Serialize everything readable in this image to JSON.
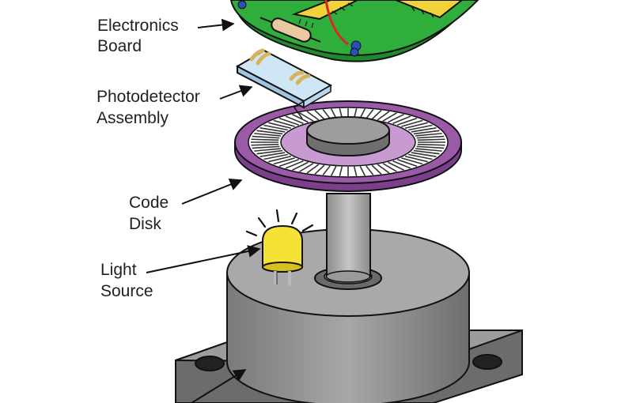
{
  "labels": {
    "electronics_board": [
      "Electronics",
      "Board"
    ],
    "photodetector_assembly": [
      "Photodetector",
      "Assembly"
    ],
    "code_disk": [
      "Code",
      "Disk"
    ],
    "light_source": [
      "Light",
      "Source"
    ]
  },
  "colors": {
    "board_green": "#2fae3c",
    "chip_yellow": "#f2d23a",
    "disk_purple": "#9a5aa8",
    "disk_light": "#c79ad2",
    "led_yellow": "#f4e236",
    "motor_gray": "#8f8f8f",
    "glass_blue": "#cfe6f5"
  },
  "icons": [
    "electronics-board-icon",
    "photodetector-icon",
    "code-disk-icon",
    "led-icon",
    "motor-housing-icon"
  ]
}
